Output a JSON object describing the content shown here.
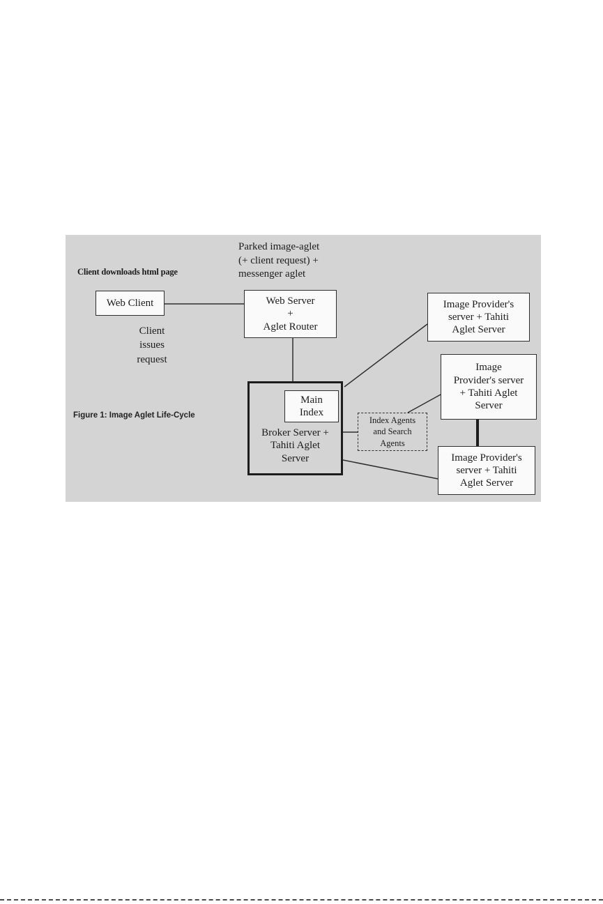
{
  "diagram": {
    "caption": "Figure 1: Image Aglet Life-Cycle",
    "annotations": {
      "parked_aglet": "Parked image-aglet\n(+ client request) +\nmessenger aglet",
      "client_downloads": "Client downloads html page",
      "client_issues": "Client\nissues\nrequest"
    },
    "nodes": {
      "web_client": "Web Client",
      "web_server": "Web Server\n+\nAglet Router",
      "main_index": "Main\nIndex",
      "broker": "Broker Server +\nTahiti Aglet\nServer",
      "index_agents": "Index Agents\nand Search\nAgents",
      "provider_top": "Image Provider's\nserver + Tahiti\nAglet Server",
      "provider_middle": "Image\nProvider's server\n+ Tahiti Aglet\nServer",
      "provider_bottom": "Image Provider's\nserver + Tahiti\nAglet Server"
    },
    "colors": {
      "background": "#d4d4d4",
      "box_fill": "#fafafa",
      "line": "#2e2e2e"
    }
  }
}
